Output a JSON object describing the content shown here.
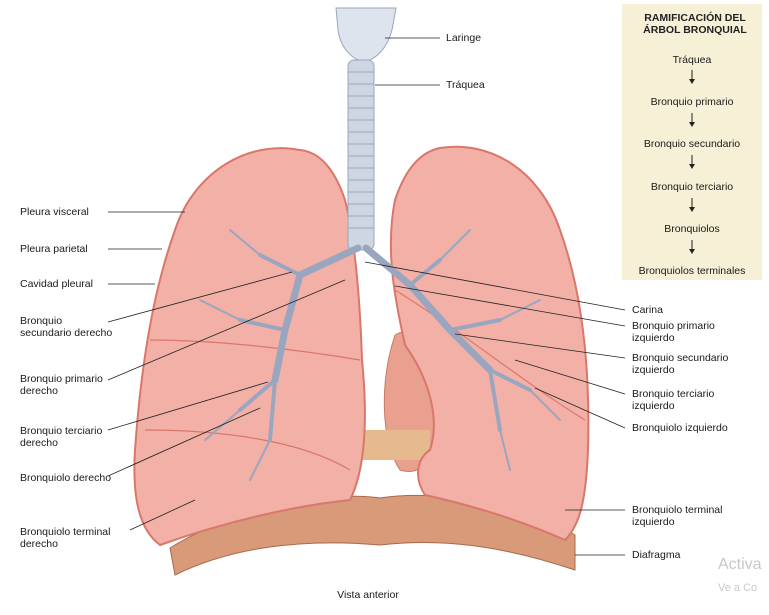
{
  "legend": {
    "title_line1": "RAMIFICACIÓN DEL",
    "title_line2": "ÁRBOL BRONQUIAL",
    "chain": [
      "Tráquea",
      "Bronquio primario",
      "Bronquio secundario",
      "Bronquio terciario",
      "Bronquiolos",
      "Bronquiolos terminales"
    ]
  },
  "labels_left": {
    "pleura_visceral": "Pleura visceral",
    "pleura_parietal": "Pleura parietal",
    "cavidad_pleural": "Cavidad pleural",
    "bronquio_secundario_derecho_1": "Bronquio",
    "bronquio_secundario_derecho_2": "secundario derecho",
    "bronquio_primario_derecho_1": "Bronquio primario",
    "bronquio_primario_derecho_2": "derecho",
    "bronquio_terciario_derecho_1": "Bronquio terciario",
    "bronquio_terciario_derecho_2": "derecho",
    "bronquiolo_derecho": "Bronquiolo derecho",
    "bronquiolo_terminal_derecho_1": "Bronquiolo terminal",
    "bronquiolo_terminal_derecho_2": "derecho"
  },
  "labels_right": {
    "laringe": "Laringe",
    "traquea": "Tráquea",
    "carina": "Carina",
    "bronquio_primario_izquierdo_1": "Bronquio primario",
    "bronquio_primario_izquierdo_2": "izquierdo",
    "bronquio_secundario_izquierdo_1": "Bronquio secundario",
    "bronquio_secundario_izquierdo_2": "izquierdo",
    "bronquio_terciario_izquierdo_1": "Bronquio terciario",
    "bronquio_terciario_izquierdo_2": "izquierdo",
    "bronquiolo_izquierdo": "Bronquiolo izquierdo",
    "bronquiolo_terminal_izquierdo_1": "Bronquiolo terminal",
    "bronquiolo_terminal_izquierdo_2": "izquierdo",
    "diafragma": "Diafragma"
  },
  "caption": "Vista anterior",
  "watermark": {
    "line1": "Activa",
    "line2": "Ve a Co"
  },
  "colors": {
    "lung_fill": "#f2b0a6",
    "lung_edge": "#d9776b",
    "lung_highlight": "#fbd9d2",
    "trachea": "#cdd6e2",
    "bronchi": "#9aa6c0",
    "diaphragm": "#d89a78",
    "heart": "#e9a08f",
    "legend_bg": "#f6f0d6"
  }
}
